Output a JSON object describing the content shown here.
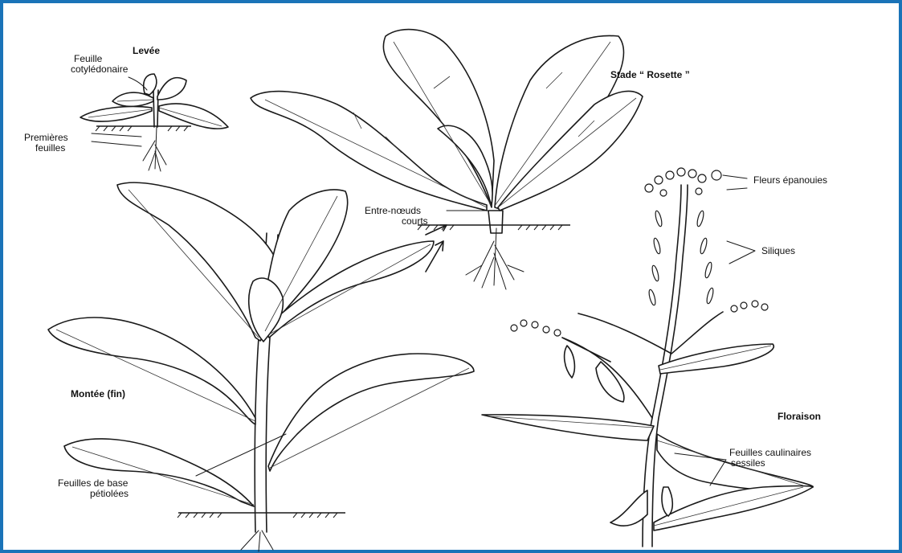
{
  "frame_color": "#1a73b8",
  "ink_color": "#1a1a1a",
  "stages": {
    "levee": "Levée",
    "rosette": "Stade “ Rosette ”",
    "montee": "Montée (fin)",
    "floraison": "Floraison"
  },
  "labels": {
    "feuille_line1": "Feuille",
    "feuille_line2": "cotylédonaire",
    "premieres_line1": "Premières",
    "premieres_line2": "feuilles",
    "entre_line1": "Entre-nœuds",
    "entre_line2": "courts",
    "fleurs": "Fleurs épanouies",
    "siliques": "Siliques",
    "base_line1": "Feuilles de base",
    "base_line2": "pétiolées",
    "caul_line1": "Feuilles caulinaires",
    "caul_line2": "sessiles"
  }
}
